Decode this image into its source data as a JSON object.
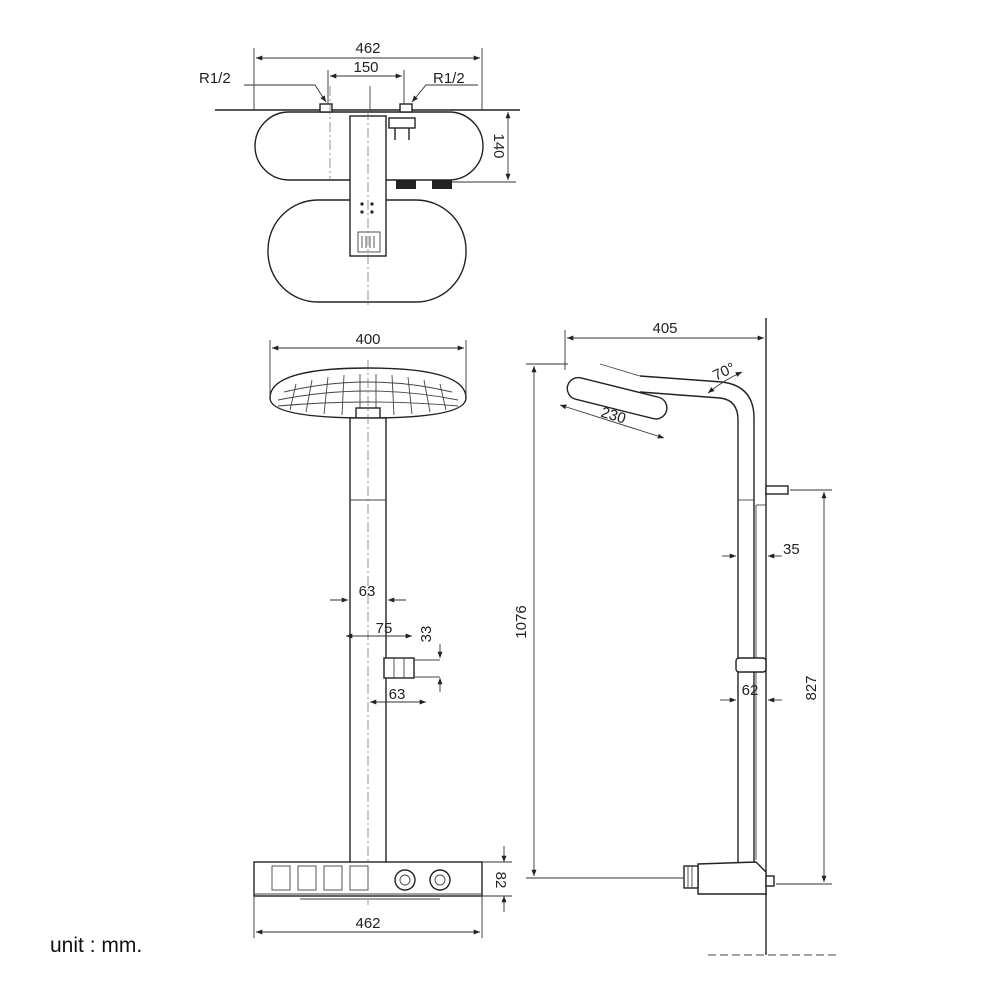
{
  "dimensions": {
    "top_width": "462",
    "inlet_spacing": "150",
    "inlet_left": "R1/2",
    "inlet_right": "R1/2",
    "depth": "140",
    "head_width": "400",
    "pipe_diameter": "63",
    "holder_width": "75",
    "holder_height": "33",
    "holder_depth": "63",
    "reach": "405",
    "angle": "70°",
    "head_diameter": "230",
    "total_height": "1076",
    "slide_bar": "35",
    "holder_offset": "62",
    "height_827": "827",
    "valve_height": "82",
    "bottom_width": "462"
  },
  "footer": {
    "unit": "unit : mm."
  }
}
